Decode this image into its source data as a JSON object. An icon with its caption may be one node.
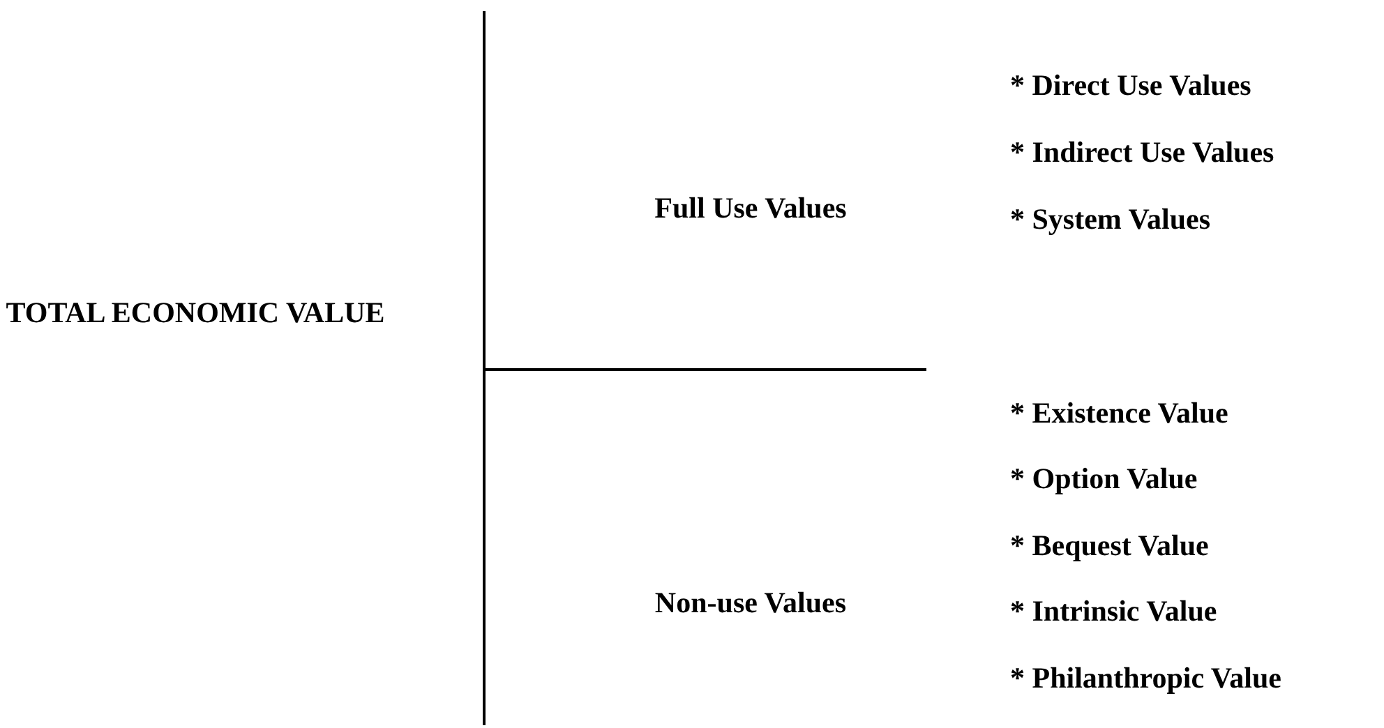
{
  "diagram": {
    "labels": [
      "TOTAL ECONOMIC VALUE",
      "Full Use Values",
      "* Direct Use Values",
      "* Indirect Use Values",
      "* System Values",
      "Non-use Values",
      "* Existence Value",
      "* Option Value",
      "* Bequest Value",
      "* Intrinsic Value",
      "* Philanthropic Value"
    ]
  }
}
